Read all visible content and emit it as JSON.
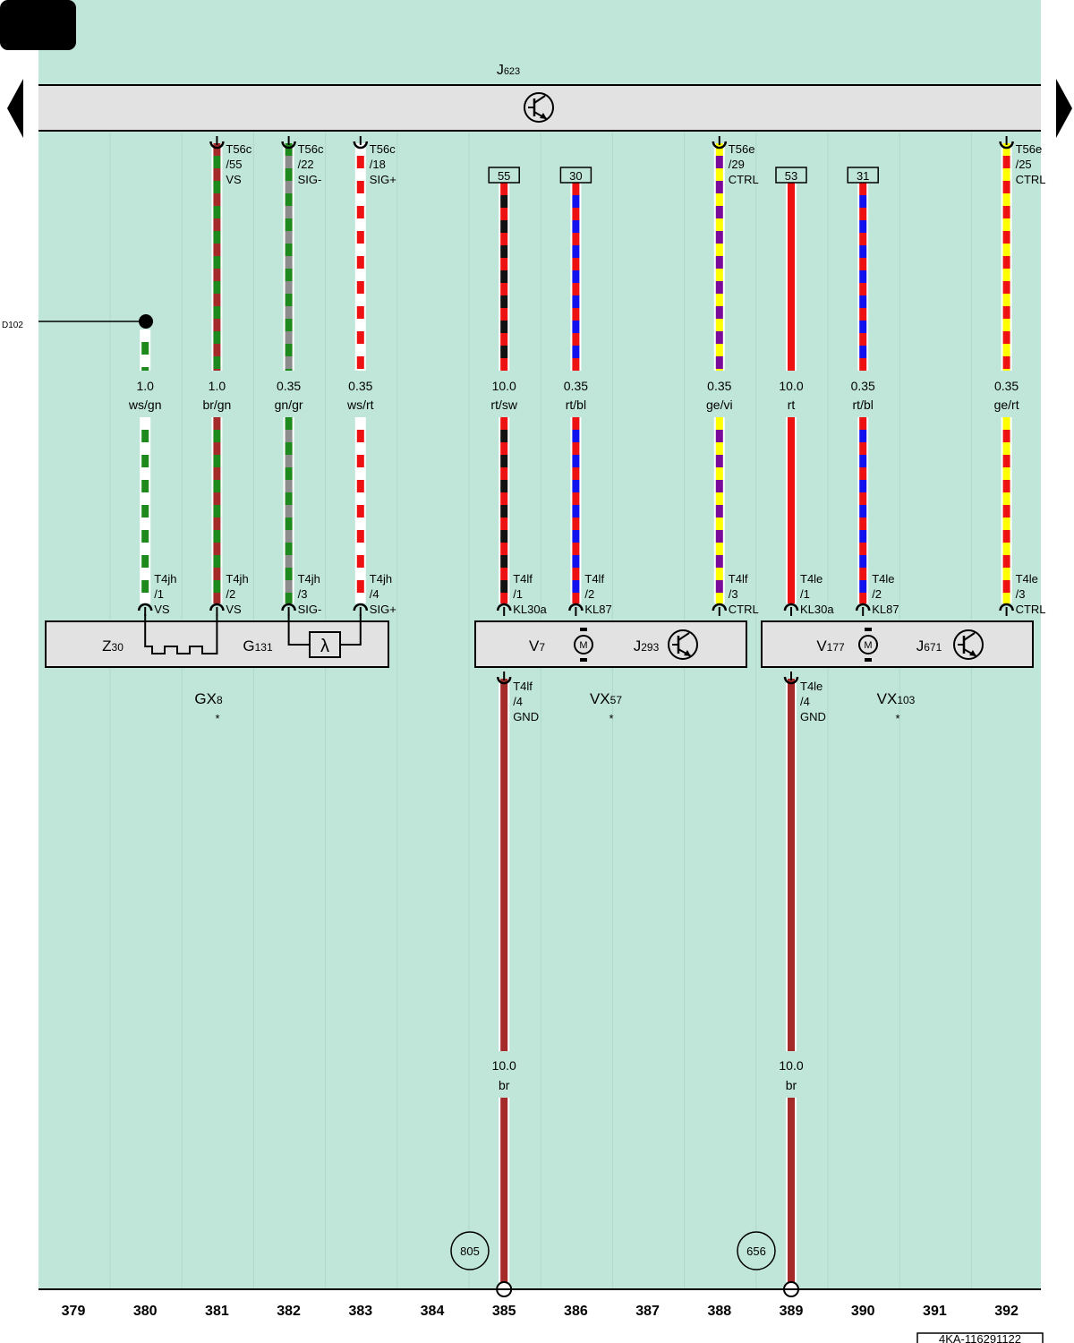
{
  "main_unit": {
    "code": "J",
    "sub": "623"
  },
  "doc_id": "4KA-116291122",
  "left_ref": "D102",
  "columns": [
    "379",
    "380",
    "381",
    "382",
    "383",
    "384",
    "385",
    "386",
    "387",
    "388",
    "389",
    "390",
    "391",
    "392"
  ],
  "wires": [
    {
      "id": "w380",
      "size": "1.0",
      "color": "ws/gn",
      "top_pin": [
        "",
        "",
        ""
      ],
      "top_box": "",
      "bot_pin": [
        "T4jh",
        "/1",
        "VS"
      ],
      "colors": [
        "#ffffff",
        "#1e8a1e"
      ],
      "split": true,
      "bottom": "device"
    },
    {
      "id": "w381",
      "size": "1.0",
      "color": "br/gn",
      "top_pin": [
        "T56c",
        "/55",
        "VS"
      ],
      "top_box": "",
      "bot_pin": [
        "T4jh",
        "/2",
        "VS"
      ],
      "colors": [
        "#a52a2a",
        "#1e8a1e"
      ],
      "split": true,
      "bottom": "device"
    },
    {
      "id": "w382",
      "size": "0.35",
      "color": "gn/gr",
      "top_pin": [
        "T56c",
        "/22",
        "SIG-"
      ],
      "top_box": "",
      "bot_pin": [
        "T4jh",
        "/3",
        "SIG-"
      ],
      "colors": [
        "#1e8a1e",
        "#8c8c8c"
      ],
      "split": true,
      "bottom": "device"
    },
    {
      "id": "w383",
      "size": "0.35",
      "color": "ws/rt",
      "top_pin": [
        "T56c",
        "/18",
        "SIG+"
      ],
      "top_box": "",
      "bot_pin": [
        "T4jh",
        "/4",
        "SIG+"
      ],
      "colors": [
        "#ffffff",
        "#ee1111"
      ],
      "split": true,
      "bottom": "device"
    },
    {
      "id": "w385",
      "size": "10.0",
      "color": "rt/sw",
      "top_pin": [
        "",
        "",
        ""
      ],
      "top_box": "55",
      "bot_pin": [
        "T4lf",
        "/1",
        "KL30a"
      ],
      "colors": [
        "#ee1111",
        "#111111"
      ],
      "split": true,
      "bottom": "device"
    },
    {
      "id": "w386",
      "size": "0.35",
      "color": "rt/bl",
      "top_pin": [
        "",
        "",
        ""
      ],
      "top_box": "30",
      "bot_pin": [
        "T4lf",
        "/2",
        "KL87"
      ],
      "colors": [
        "#ee1111",
        "#1111ee"
      ],
      "split": true,
      "bottom": "device"
    },
    {
      "id": "w388",
      "size": "0.35",
      "color": "ge/vi",
      "top_pin": [
        "T56e",
        "/29",
        "CTRL"
      ],
      "top_box": "",
      "bot_pin": [
        "T4lf",
        "/3",
        "CTRL"
      ],
      "colors": [
        "#ffff00",
        "#7a0a9a"
      ],
      "split": true,
      "bottom": "device"
    },
    {
      "id": "w389",
      "size": "10.0",
      "color": "rt",
      "top_pin": [
        "",
        "",
        ""
      ],
      "top_box": "53",
      "bot_pin": [
        "T4le",
        "/1",
        "KL30a"
      ],
      "colors": [
        "#ee1111",
        "#ee1111"
      ],
      "split": true,
      "bottom": "device"
    },
    {
      "id": "w390",
      "size": "0.35",
      "color": "rt/bl",
      "top_pin": [
        "",
        "",
        ""
      ],
      "top_box": "31",
      "bot_pin": [
        "T4le",
        "/2",
        "KL87"
      ],
      "colors": [
        "#ee1111",
        "#1111ee"
      ],
      "split": true,
      "bottom": "device"
    },
    {
      "id": "w392",
      "size": "0.35",
      "color": "ge/rt",
      "top_pin": [
        "T56e",
        "/25",
        "CTRL"
      ],
      "top_box": "",
      "bot_pin": [
        "T4le",
        "/3",
        "CTRL"
      ],
      "colors": [
        "#ffff00",
        "#ee1111"
      ],
      "split": true,
      "bottom": "device"
    }
  ],
  "ground_wires": [
    {
      "id": "g385",
      "pin": [
        "T4lf",
        "/4",
        "GND"
      ],
      "size": "10.0",
      "color": "br",
      "ground_ref": "805"
    },
    {
      "id": "g389",
      "pin": [
        "T4le",
        "/4",
        "GND"
      ],
      "size": "10.0",
      "color": "br",
      "ground_ref": "656"
    }
  ],
  "devices": [
    {
      "id": "gx8",
      "parts": [
        {
          "code": "Z",
          "sub": "30"
        },
        {
          "code": "G",
          "sub": "131"
        }
      ],
      "group": {
        "code": "GX",
        "sub": "8"
      },
      "mark": "*"
    },
    {
      "id": "vx57",
      "parts": [
        {
          "code": "V",
          "sub": "7"
        },
        {
          "code": "J",
          "sub": "293"
        }
      ],
      "group": {
        "code": "VX",
        "sub": "57"
      },
      "mark": "*"
    },
    {
      "id": "vx103",
      "parts": [
        {
          "code": "V",
          "sub": "177"
        },
        {
          "code": "J",
          "sub": "671"
        }
      ],
      "group": {
        "code": "VX",
        "sub": "103"
      },
      "mark": "*"
    }
  ],
  "symbols": {
    "lambda": "λ",
    "motor": "M"
  },
  "colors": {
    "background": "#c0e6da",
    "unit_fill": "#e2e2e2",
    "brown": "#a52a2a"
  }
}
